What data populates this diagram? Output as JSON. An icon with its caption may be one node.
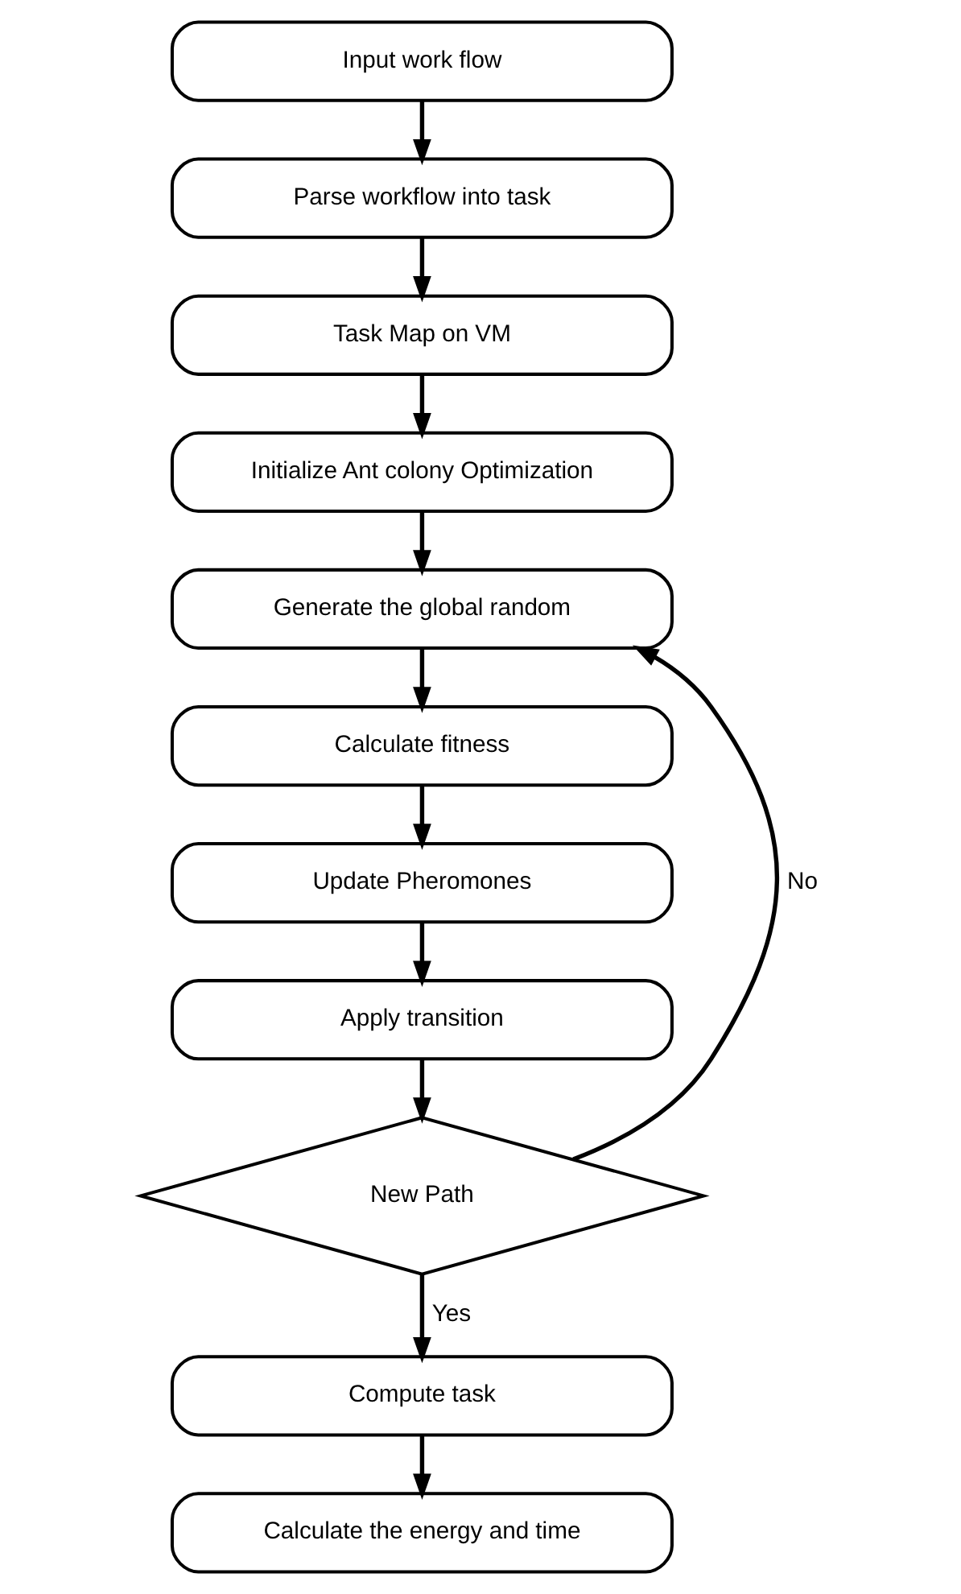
{
  "diagram": {
    "nodes": [
      {
        "text": [
          "Input work flow"
        ]
      },
      {
        "text": [
          "Parse workflow into task"
        ]
      },
      {
        "text": [
          "Task Map on VM"
        ]
      },
      {
        "text": [
          "Initialize Ant colony Optimization"
        ]
      },
      {
        "text": [
          "Generate the global random"
        ]
      },
      {
        "text": [
          "Calculate fitness"
        ]
      },
      {
        "text": [
          "Update Pheromones"
        ]
      },
      {
        "text": [
          "Apply transition"
        ]
      },
      {
        "text": [
          "New Path"
        ]
      },
      {
        "text": [
          "Compute task"
        ]
      },
      {
        "text": [
          "Calculate the energy and time"
        ]
      }
    ],
    "edges": [
      {
        "from": 0,
        "to": 1,
        "arrow": "to"
      },
      {
        "from": 1,
        "to": 2,
        "arrow": "to"
      },
      {
        "from": 2,
        "to": 3,
        "arrow": "to"
      },
      {
        "from": 3,
        "to": 4,
        "arrow": "to"
      },
      {
        "from": 4,
        "to": 5,
        "arrow": "to"
      },
      {
        "from": 5,
        "to": 6,
        "arrow": "to"
      },
      {
        "from": 6,
        "to": 7,
        "arrow": "to"
      },
      {
        "from": 7,
        "to": 8,
        "arrow": "to"
      },
      {
        "from": 8,
        "to": 4,
        "arrow": "to",
        "label": "No"
      },
      {
        "from": 8,
        "to": 9,
        "arrow": "to",
        "label": "Yes"
      },
      {
        "from": 9,
        "to": 10,
        "arrow": "to"
      }
    ]
  }
}
